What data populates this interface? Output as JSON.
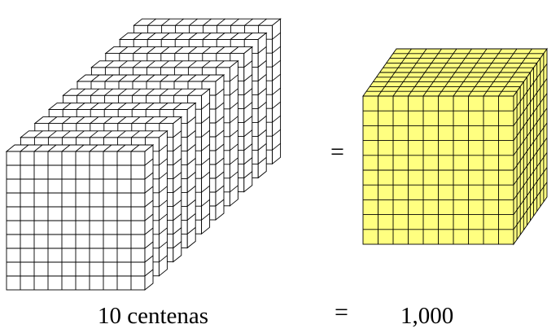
{
  "left_group": {
    "count": 10,
    "grid": 10,
    "face_color": "#ffffff",
    "line_color": "#000000"
  },
  "right_cube": {
    "grid": 10,
    "face_color": "#ffff80",
    "line_color": "#000000"
  },
  "equals_sign": "=",
  "labels": {
    "left": "10 centenas",
    "equals": "=",
    "right": "1,000"
  }
}
